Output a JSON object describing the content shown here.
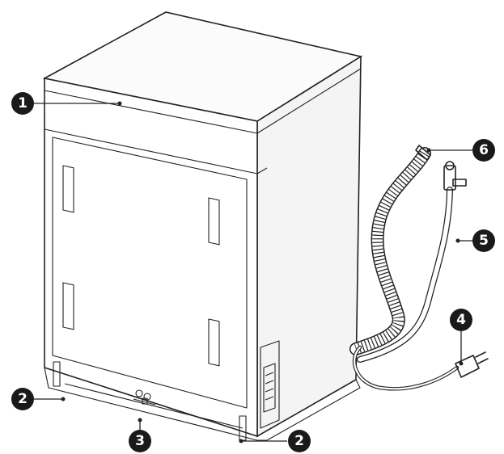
{
  "callouts": [
    {
      "id": "1",
      "label": "1"
    },
    {
      "id": "2a",
      "label": "2"
    },
    {
      "id": "3",
      "label": "3"
    },
    {
      "id": "2b",
      "label": "2"
    },
    {
      "id": "4",
      "label": "4"
    },
    {
      "id": "5",
      "label": "5"
    },
    {
      "id": "6",
      "label": "6"
    }
  ],
  "colors": {
    "ink": "#222222",
    "badge": "#1a1a1a",
    "badge_text": "#ffffff"
  }
}
